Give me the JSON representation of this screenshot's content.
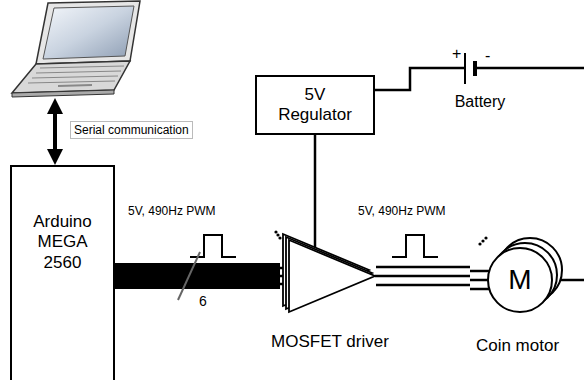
{
  "diagram": {
    "nodes": [
      {
        "text": [
          "5V Regulator"
        ]
      },
      {
        "text": [
          "Battery"
        ]
      },
      {
        "text": [
          "Arduino MEGA 2560"
        ]
      },
      {
        "text": [
          "MOSFET driver"
        ]
      },
      {
        "text": [
          "M",
          "Coin motor"
        ]
      }
    ],
    "edges": [
      {
        "from": 0,
        "to": 1,
        "arrow": "none"
      },
      {
        "from": 0,
        "to": 3,
        "arrow": "none"
      },
      {
        "from": 2,
        "to": 3,
        "label": "5V, 490Hz PWM",
        "arrow": "none"
      },
      {
        "from": 3,
        "to": 4,
        "label": "5V, 490Hz PWM",
        "arrow": "none"
      }
    ],
    "labels": [
      "+",
      "-",
      "Serial communication",
      "6"
    ]
  }
}
